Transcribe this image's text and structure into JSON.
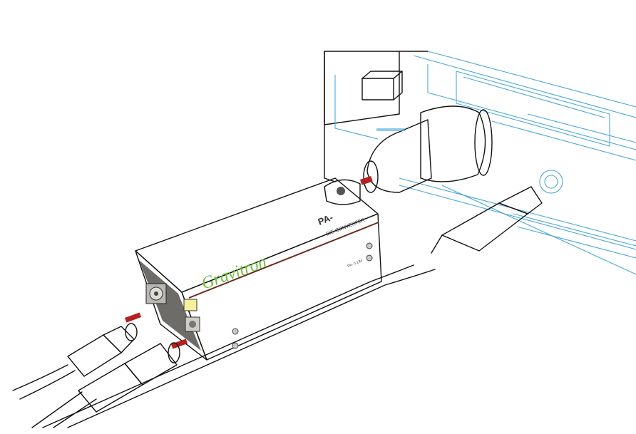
{
  "device": {
    "brand": "Gravitron",
    "model": "PA-",
    "subtitle": "O/E CONVERTER",
    "side_label": "PA- 0.1/M",
    "brand_color": "#6fbe3a"
  },
  "colors": {
    "outline": "#111111",
    "equipment": "#4aa8d8",
    "signal": "#b52020",
    "housing": "#d9d8d4"
  },
  "icons": [
    "bnc-connector-icon",
    "fc-fiber-connector-icon",
    "cable-icon",
    "lan-port-icon"
  ]
}
